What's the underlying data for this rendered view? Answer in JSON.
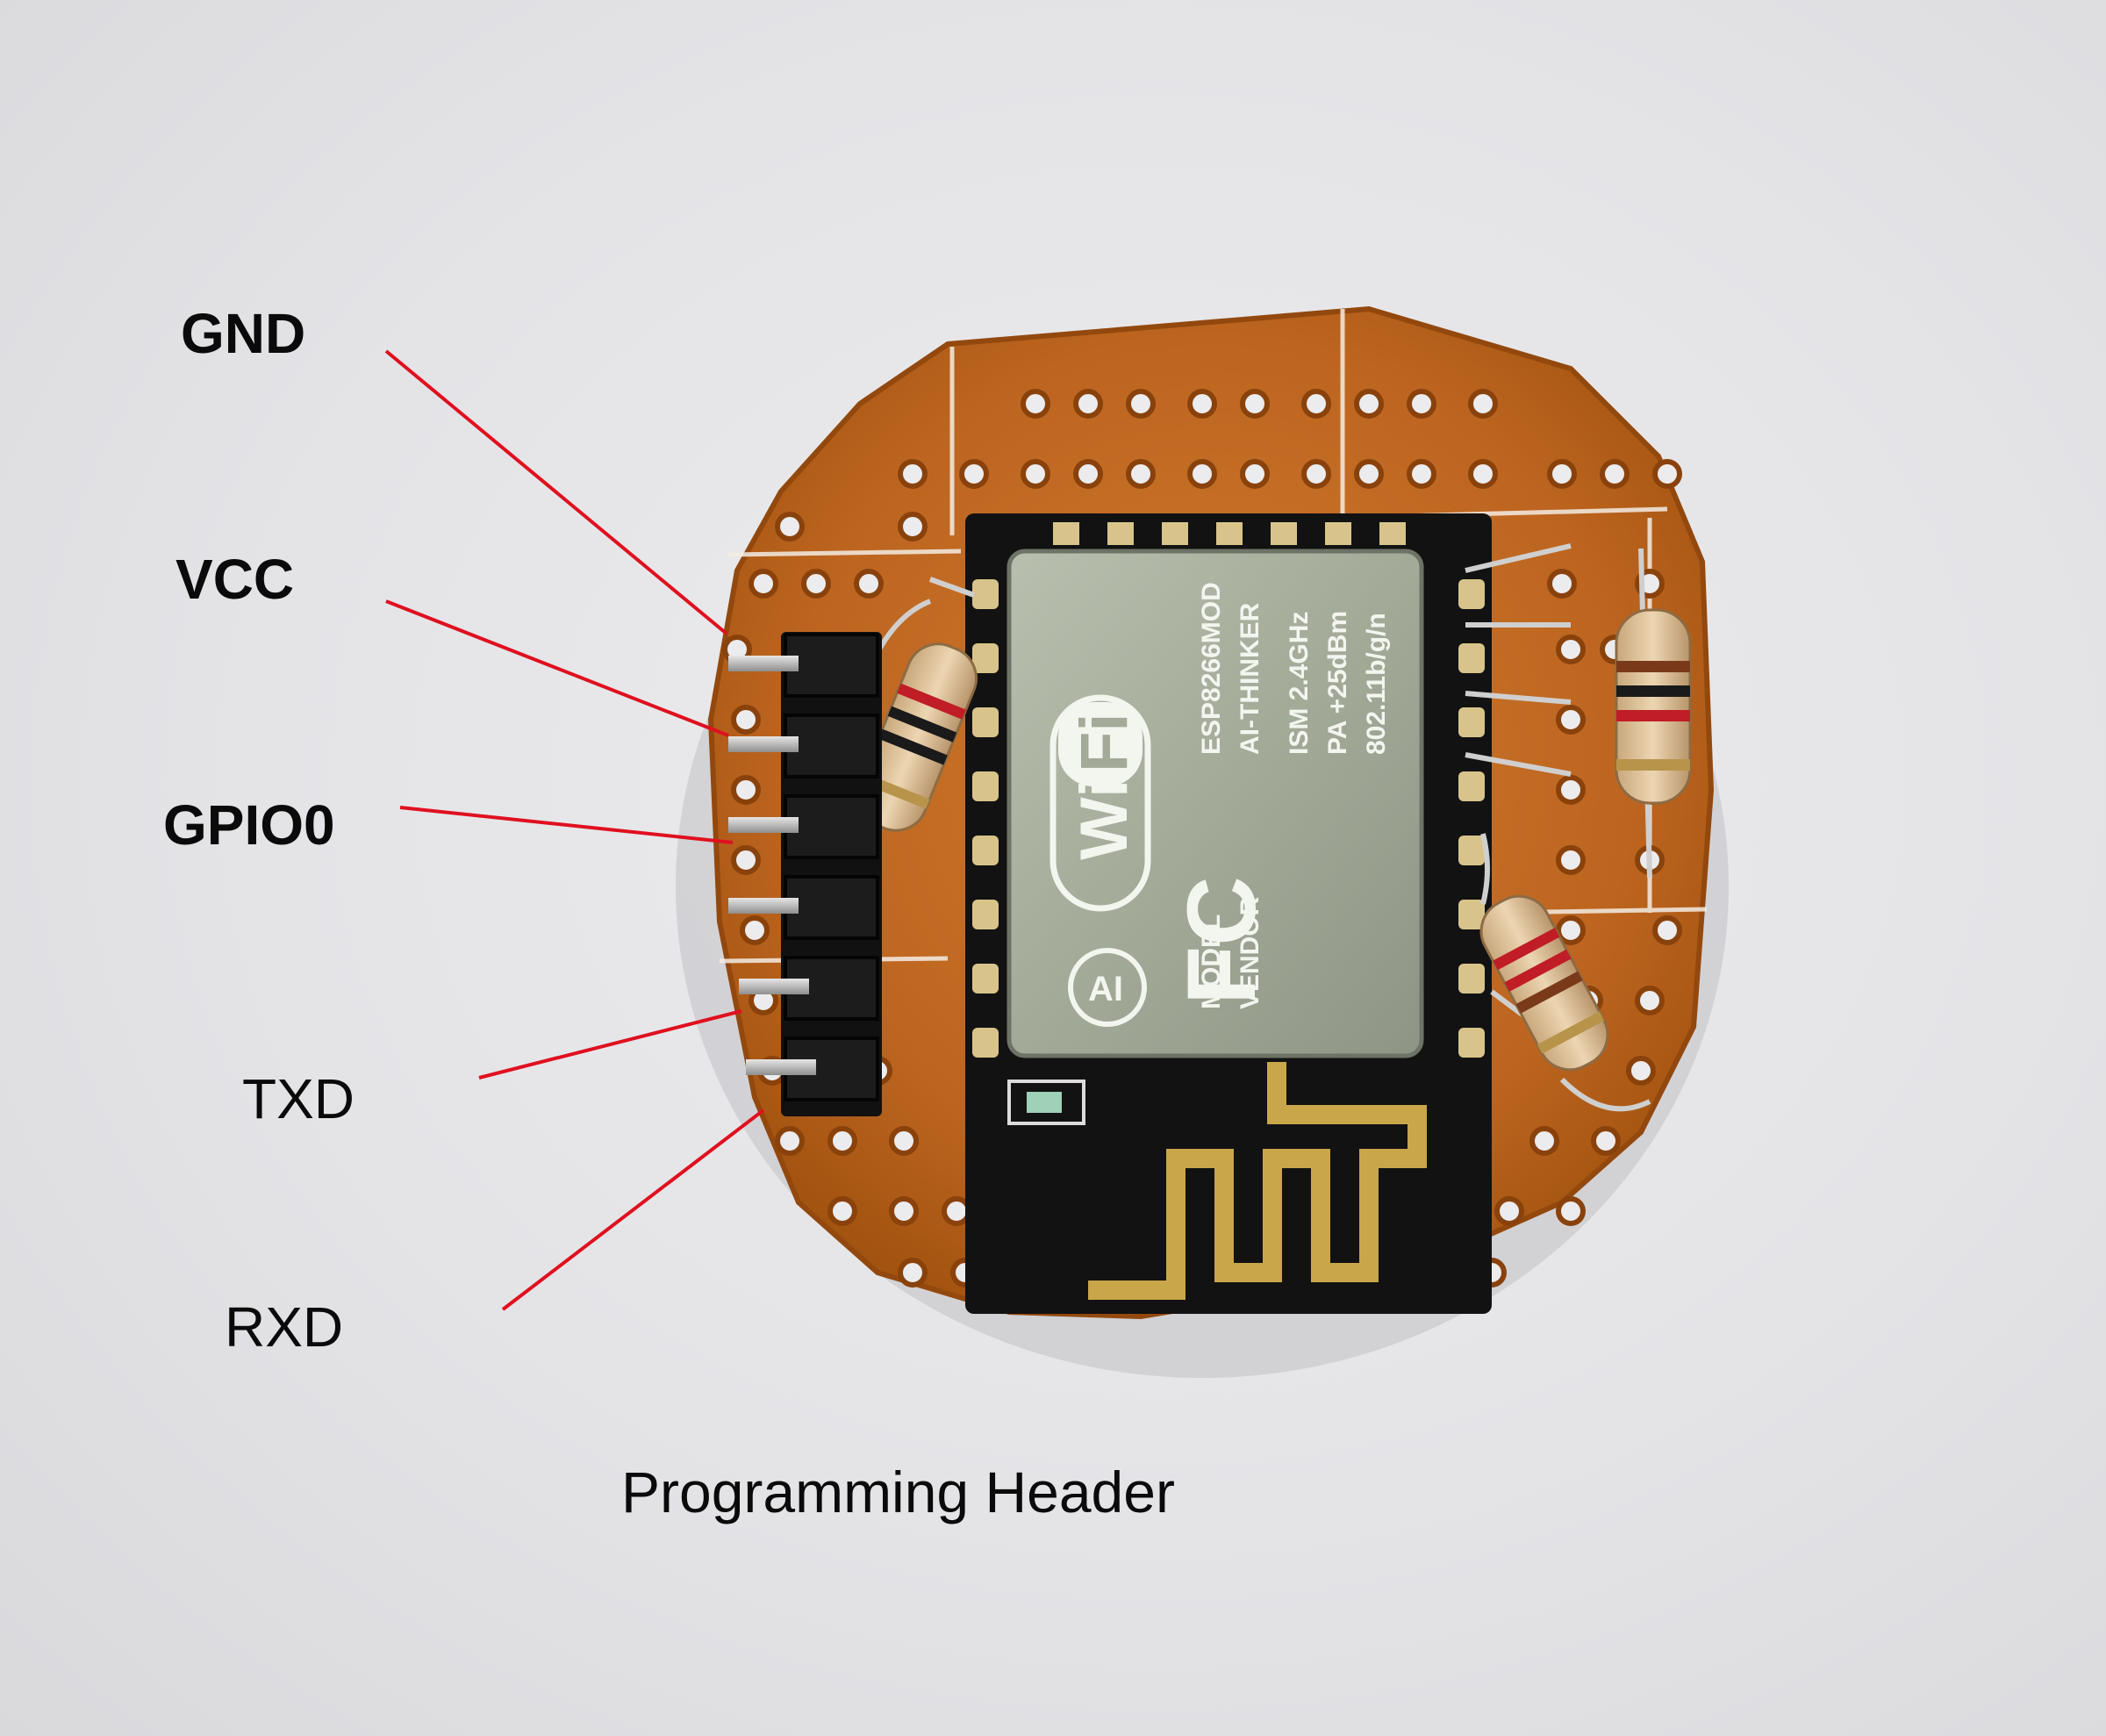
{
  "labels": {
    "gnd": "GND",
    "vcc": "VCC",
    "gpio0": "GPIO0",
    "txd": "TXD",
    "rxd": "RXD"
  },
  "caption": "Programming Header",
  "module_print": {
    "wifi_left": "Wi",
    "wifi_right": "Fi",
    "badge": "AI",
    "fcc": "FC",
    "line1": "ESP8266MOD",
    "line2": "AI-THINKER",
    "line3": "ISM  2.4GHz",
    "line4": "PA  +25dBm",
    "line5": "802.11b/g/n",
    "model": "MODEL",
    "vendor": "VENDOR"
  },
  "colors": {
    "board": "#c26a22",
    "board_dark": "#a35415",
    "shield": "#a3aa98",
    "pcb_black": "#121212",
    "antenna_gold": "#c9a64a",
    "pointer_red": "#e0101f"
  }
}
